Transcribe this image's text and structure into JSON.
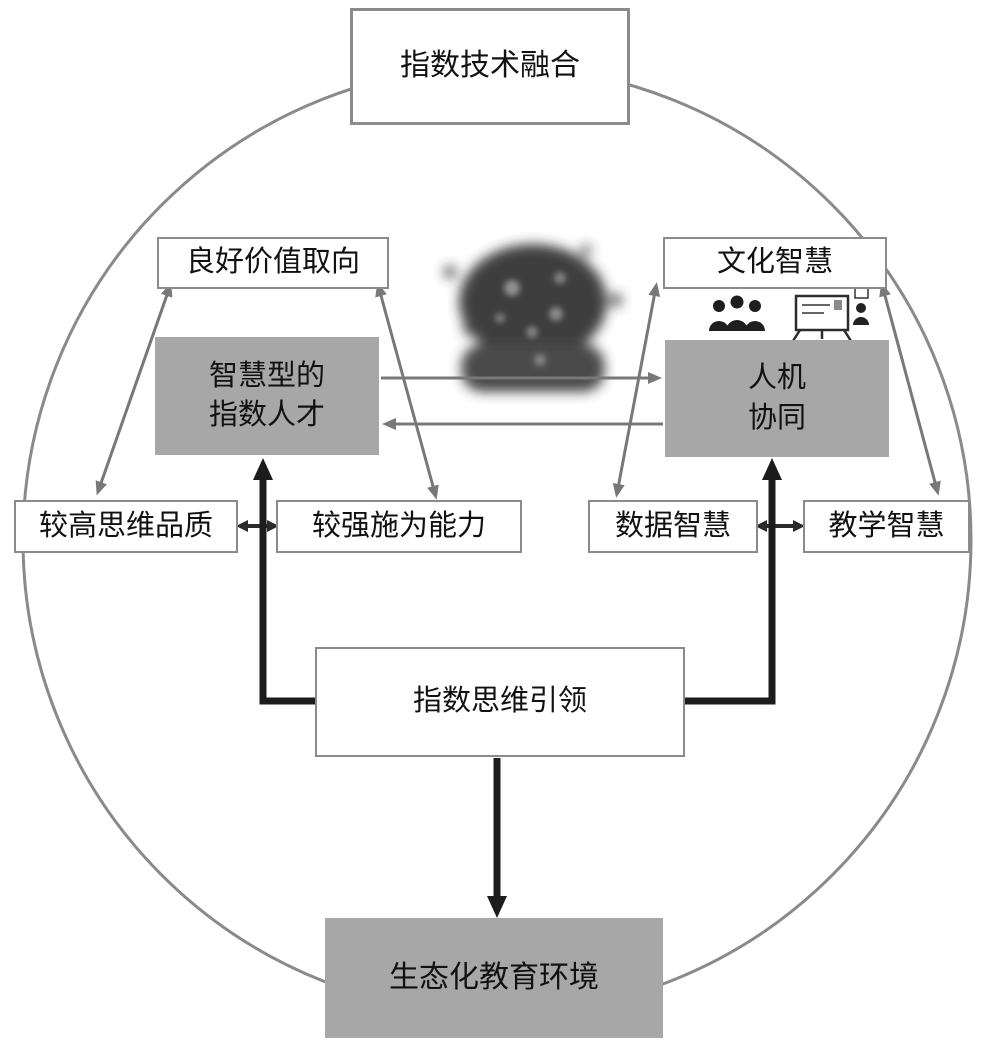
{
  "boxes": {
    "tech_fusion": "指数技术融合",
    "good_values": "良好价值取向",
    "smart_talent": "智慧型的\n指数人才",
    "culture_wisdom": "文化智慧",
    "human_machine": "人机\n协同",
    "high_thinking": "较高思维品质",
    "strong_ability": "较强施为能力",
    "data_wisdom": "数据智慧",
    "teaching_wisdom": "教学智慧",
    "thinking_lead": "指数思维引领",
    "eco_env": "生态化教育环境"
  },
  "colors": {
    "gray_box_fill": "#a7a7a7",
    "border_gray": "#8b8b8b",
    "arrow_gray": "#787878",
    "arrow_black": "#1c1c1c"
  },
  "icons": {
    "center_image": "head-wordcloud",
    "right_icons": [
      "people-group",
      "presentation-board"
    ]
  }
}
